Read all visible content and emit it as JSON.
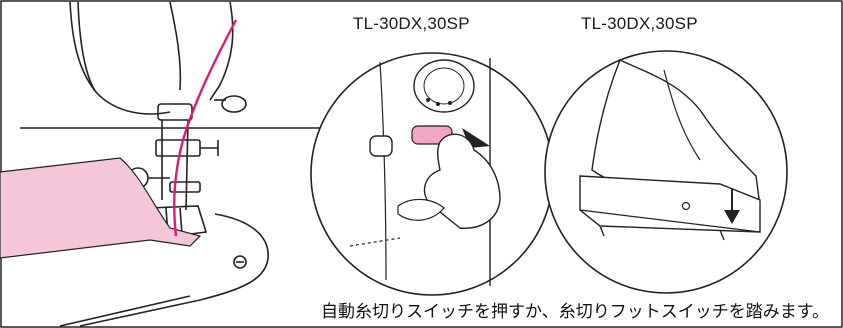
{
  "labels": {
    "model_left": "TL-30DX,30SP",
    "model_right": "TL-30DX,30SP"
  },
  "caption": "自動糸切りスイッチを押すか、糸切りフットスイッチを踏みます。",
  "colors": {
    "thread": "#e0187c",
    "fabric": "#f4c6da",
    "switch": "#f2a6c3",
    "line": "#222222"
  }
}
